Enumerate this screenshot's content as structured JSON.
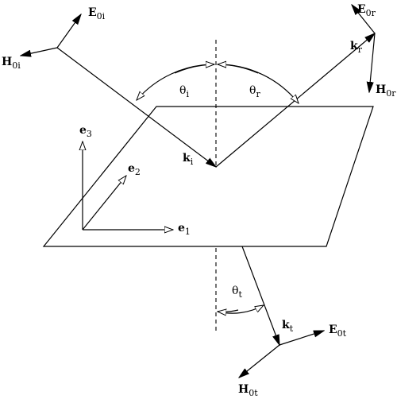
{
  "labels": {
    "E0i": {
      "main": "E",
      "sub": "0i"
    },
    "H0i": {
      "main": "H",
      "sub": "0i"
    },
    "E0r": {
      "main": "E",
      "sub": "0r"
    },
    "kr": {
      "main": "k",
      "sub": "r"
    },
    "H0r": {
      "main": "H",
      "sub": "0r"
    },
    "theta_i": {
      "main": "θ",
      "sub": "i"
    },
    "theta_r": {
      "main": "θ",
      "sub": "r"
    },
    "ki": {
      "main": "k",
      "sub": "i"
    },
    "e1": {
      "main": "e",
      "sub": "1"
    },
    "e2": {
      "main": "e",
      "sub": "2"
    },
    "e3": {
      "main": "e",
      "sub": "3"
    },
    "theta_t": {
      "main": "θ",
      "sub": "t"
    },
    "kt": {
      "main": "k",
      "sub": "t"
    },
    "E0t": {
      "main": "E",
      "sub": "0t"
    },
    "H0t": {
      "main": "H",
      "sub": "0t"
    }
  }
}
